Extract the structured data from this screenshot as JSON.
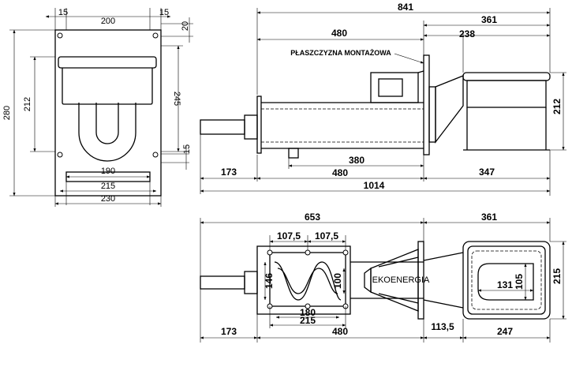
{
  "labels": {
    "mounting_plate": "PŁASZCZYZNA MONTAŻOWA",
    "brand_stamp": "EKOENERGIA"
  },
  "dims_front": {
    "top_left": "15",
    "top_width": "200",
    "top_right": "15",
    "top_margin": "20",
    "height_total": "280",
    "height_inner": "212",
    "height_right": "245",
    "bottom_margin": "15",
    "width_190": "190",
    "width_215": "215",
    "width_230": "230"
  },
  "dims_side": {
    "total": "841",
    "right": "361",
    "left": "480",
    "hopper": "238",
    "height": "212",
    "inner": "380",
    "shaft": "173",
    "body": "480",
    "rear": "347",
    "overall": "1014"
  },
  "dims_top": {
    "left": "653",
    "right": "361",
    "seg1": "107,5",
    "seg2": "107,5",
    "height_146": "146",
    "height_100": "100",
    "width_180": "180",
    "width_215": "215",
    "shaft": "173",
    "body": "480",
    "gap": "113,5",
    "hopper": "247",
    "height_215": "215",
    "inner_131": "131",
    "inner_105": "105"
  }
}
